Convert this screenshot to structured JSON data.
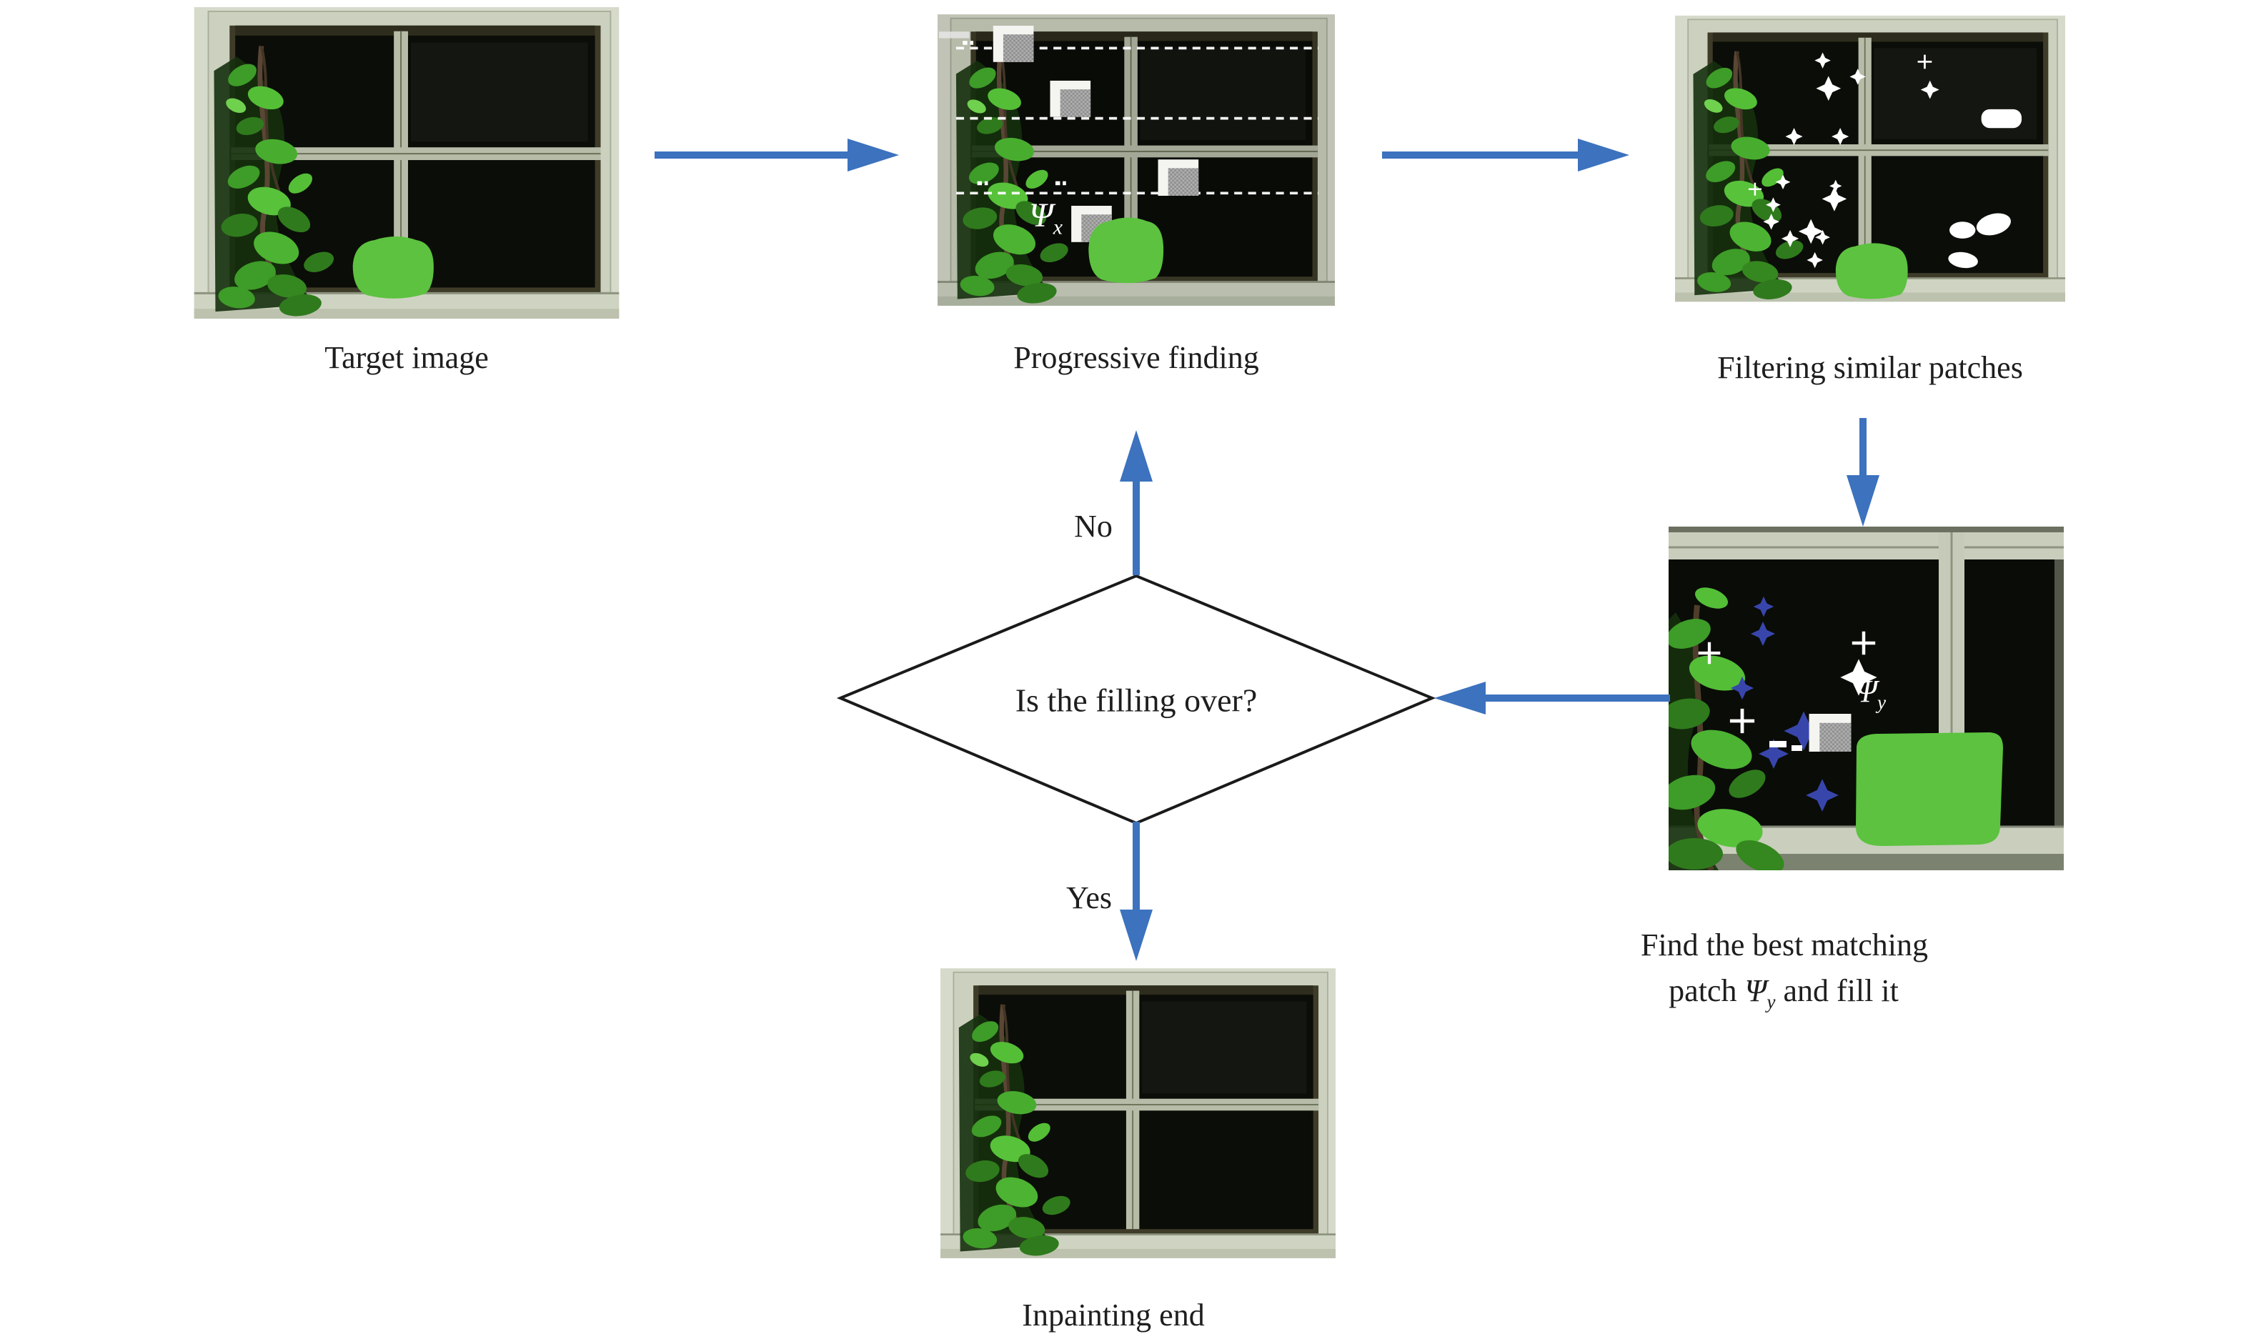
{
  "colors": {
    "arrow_blue": "#3C72BE",
    "label_text": "#1E1E1E",
    "diamond_border": "#1A1A1A",
    "mask_green": "#5CC23F",
    "marker_blue": "#3846AC",
    "marker_white": "#FFFFFF"
  },
  "nodes": {
    "target": {
      "caption": "Target image"
    },
    "progressive": {
      "caption": "Progressive finding",
      "patch_psi": "Ψ",
      "patch_sub": "x"
    },
    "filtering": {
      "caption": "Filtering similar patches"
    },
    "best_match": {
      "caption_line1": "Find the best matching",
      "line2_prefix": "patch ",
      "line2_psi": "Ψ",
      "line2_sub": "y",
      "line2_suffix": " and fill it",
      "patch_psi": "Ψ",
      "patch_sub": "y"
    },
    "decision": {
      "question": "Is the filling over?"
    },
    "end": {
      "caption": "Inpainting end"
    }
  },
  "edges": {
    "no_label": "No",
    "yes_label": "Yes"
  }
}
